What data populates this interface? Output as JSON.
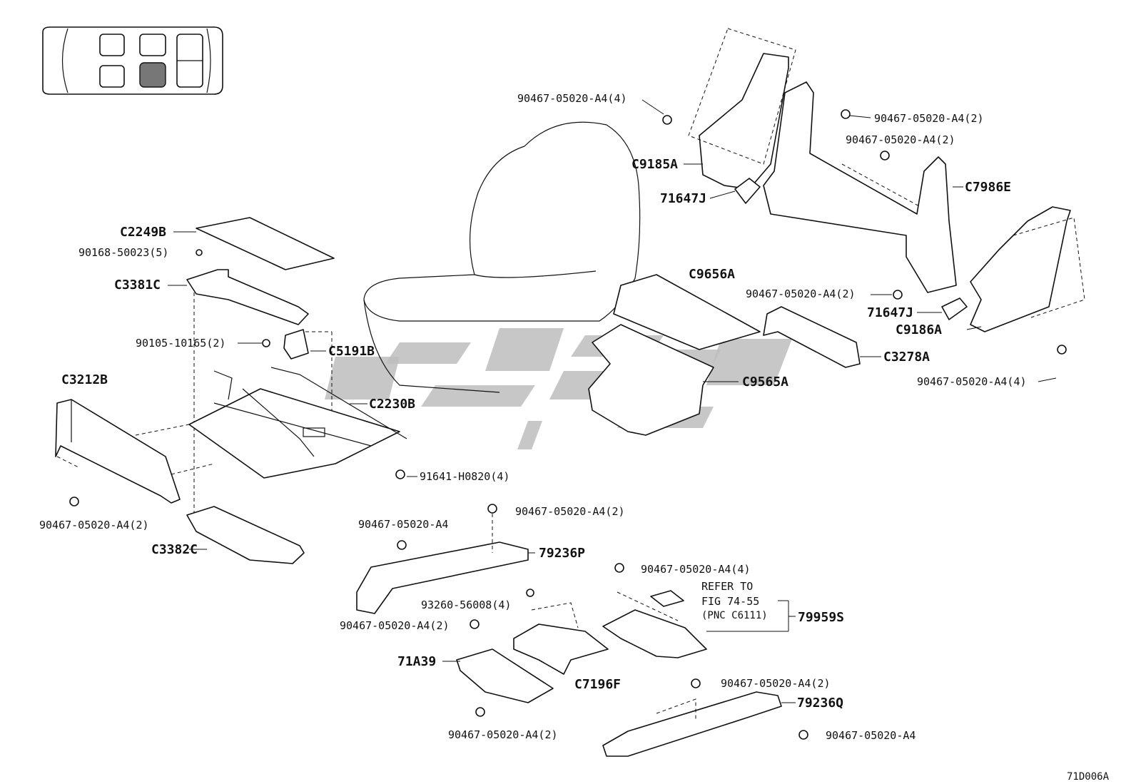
{
  "figure_code": "71D006A",
  "labels": {
    "c2249b": "C2249B",
    "p90168": "90168-50023(5)",
    "c3381c": "C3381C",
    "p90105": "90105-10165(2)",
    "c5191b": "C5191B",
    "c3212b": "C3212B",
    "c2230b": "C2230B",
    "p91641": "91641-H0820(4)",
    "b_left": "90467-05020-A4(2)",
    "c3382c": "C3382C",
    "b_top_a": "90467-05020-A4(4)",
    "c9185a": "C9185A",
    "l71647j_a": "71647J",
    "b_top_b": "90467-05020-A4(2)",
    "b_top_c": "90467-05020-A4(2)",
    "c7986e": "C7986E",
    "c9656a": "C9656A",
    "b_mid_a": "90467-05020-A4(2)",
    "l71647j_b": "71647J",
    "c9186a": "C9186A",
    "c3278a": "C3278A",
    "c9565a": "C9565A",
    "b_right_a": "90467-05020-A4(4)",
    "b_bot_a": "90467-05020-A4(2)",
    "b_bot_b": "90467-05020-A4",
    "p79236p": "79236P",
    "b_bot_c": "90467-05020-A4(4)",
    "refer_l1": "REFER TO",
    "refer_l2": "FIG 74-55",
    "refer_l3": "(PNC C6111)",
    "p79959s": "79959S",
    "p93260": "93260-56008(4)",
    "b_bot_d": "90467-05020-A4(2)",
    "l71a39": "71A39",
    "c7196f": "C7196F",
    "b_bot_e": "90467-05020-A4(2)",
    "p79236q": "79236Q",
    "b_bot_f": "90467-05020-A4",
    "b_bot_g": "90467-05020-A4(2)"
  }
}
